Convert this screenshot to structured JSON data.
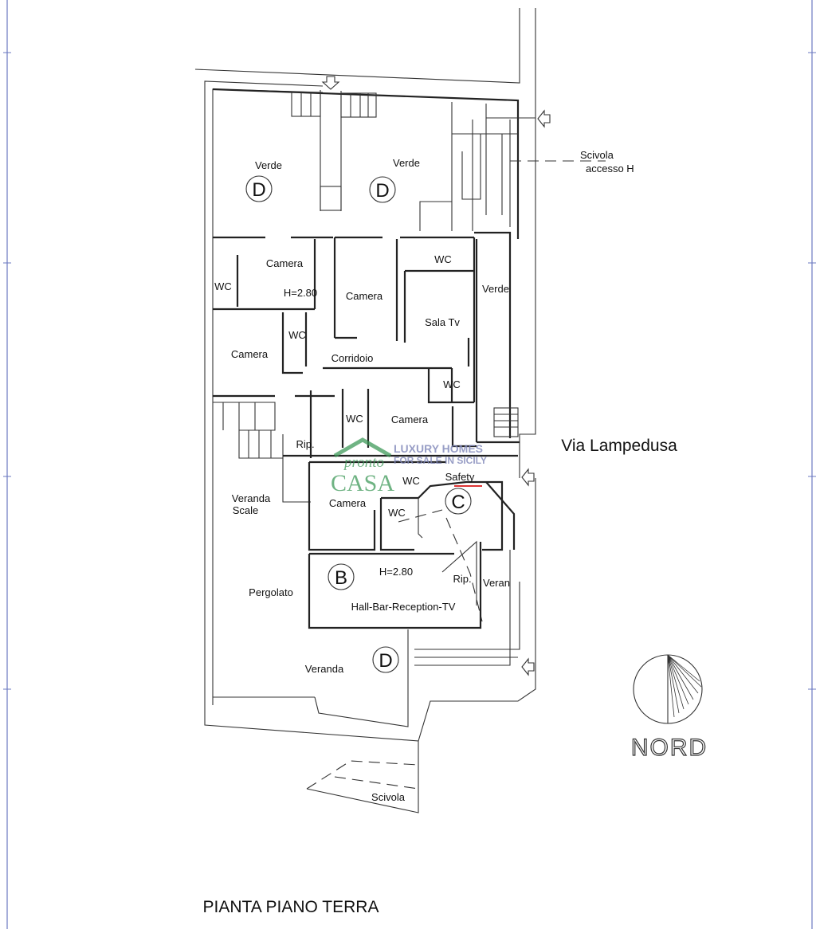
{
  "plan": {
    "title": "PIANTA PIANO TERRA",
    "street": "Via Lampedusa",
    "north_label": "NORD",
    "ramp_top": [
      "Scivola",
      "accesso H"
    ],
    "ramp_bottom": "Scivola",
    "rooms": {
      "verde_left": "Verde",
      "verde_mid": "Verde",
      "verde_right": "Verde",
      "camera_1": "Camera",
      "wc_1": "WC",
      "height_1": "H=2.80",
      "camera_2": "Camera",
      "wc_2": "WC",
      "sala_tv": "Sala Tv",
      "camera_3": "Camera",
      "wc_3": "WC",
      "corridoio": "Corridoio",
      "wc_4": "WC",
      "wc_5": "WC",
      "camera_4": "Camera",
      "rip_1": "Rip.",
      "safety": "Safety",
      "wc_6": "WC",
      "veranda_scale": [
        "Veranda",
        "Scale"
      ],
      "camera_5": "Camera",
      "wc_7": "WC",
      "height_2": "H=2.80",
      "rip_2": "Rip.",
      "veran": "Veran",
      "hall": "Hall-Bar-Reception-TV",
      "pergolato": "Pergolato",
      "veranda": "Veranda"
    },
    "zones": {
      "d1": "D",
      "d2": "D",
      "d3": "D",
      "c": "C",
      "b": "B"
    }
  },
  "watermark": {
    "brand_top": "pronto",
    "brand_main": "CASA",
    "tag1": "LUXURY HOMES",
    "tag2": "FOR SALE IN SICILY",
    "colors": {
      "green": "#3f9a5a",
      "blue": "#7f86b8"
    }
  }
}
